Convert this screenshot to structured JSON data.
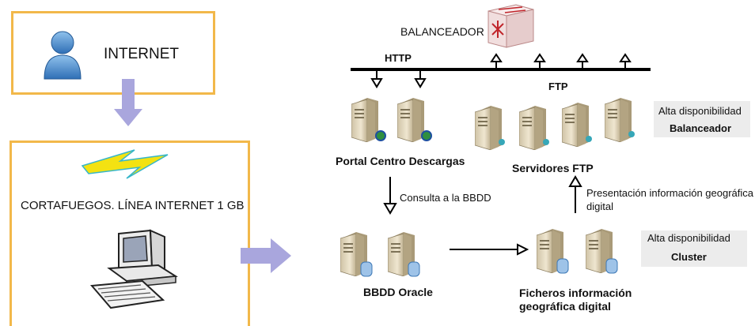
{
  "internet": {
    "label": "INTERNET",
    "icon": "user-icon"
  },
  "firewall": {
    "label": "CORTAFUEGOS. LÍNEA INTERNET 1 GB",
    "icons": [
      "lightning-icon",
      "desktop-computer-icon"
    ]
  },
  "balancer": {
    "label": "BALANCEADOR",
    "icon": "router-icon"
  },
  "bus": {
    "http_label": "HTTP",
    "ftp_label": "FTP"
  },
  "portal": {
    "label": "Portal Centro Descargas"
  },
  "ftp_servers": {
    "label": "Servidores FTP"
  },
  "ha_balancer": {
    "line1": "Alta disponibilidad",
    "line2": "Balanceador"
  },
  "query": {
    "label": "Consulta a la BBDD"
  },
  "presentation": {
    "line1": "Presentación información geográfica",
    "line2": "digital"
  },
  "oracle": {
    "label": "BBDD Oracle"
  },
  "files": {
    "line1": "Ficheros información",
    "line2": "geográfica digital"
  },
  "ha_cluster": {
    "line1": "Alta disponibilidad",
    "line2": "Cluster"
  },
  "colors": {
    "box_border": "#f2b84a",
    "big_arrow": "#a9a6dd",
    "ha_box": "#ececec"
  }
}
